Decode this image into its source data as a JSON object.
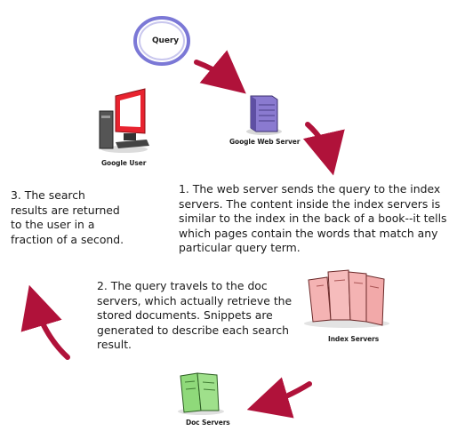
{
  "nodes": {
    "query": "Query",
    "web_server": "Google Web Server",
    "user": "Google User",
    "index_servers": "Index Servers",
    "doc_servers": "Doc Servers"
  },
  "steps": {
    "step1": [
      "1. The web server sends the query to the index",
      "servers. The content inside the index servers is",
      "similar to the index in the back of a book--it tells",
      "which pages contain the words that match any",
      "particular query term."
    ],
    "step2": [
      "2. The query travels to the doc",
      "servers, which actually retrieve the",
      "stored documents. Snippets are",
      "generated to describe each search",
      "result."
    ],
    "step3": [
      "3. The search",
      "results are returned",
      "to the user in a",
      "fraction of a second."
    ]
  },
  "colors": {
    "arrow": "#b0123a",
    "web_server": "#8a7ad0",
    "index_servers": "#f4b3b3",
    "doc_servers": "#8fd97a",
    "monitor": "#e8232f",
    "query_ring": "#7b78d6"
  },
  "icons": [
    "query-bubble-icon",
    "web-server-icon",
    "user-computer-icon",
    "index-servers-icon",
    "doc-servers-icon"
  ]
}
